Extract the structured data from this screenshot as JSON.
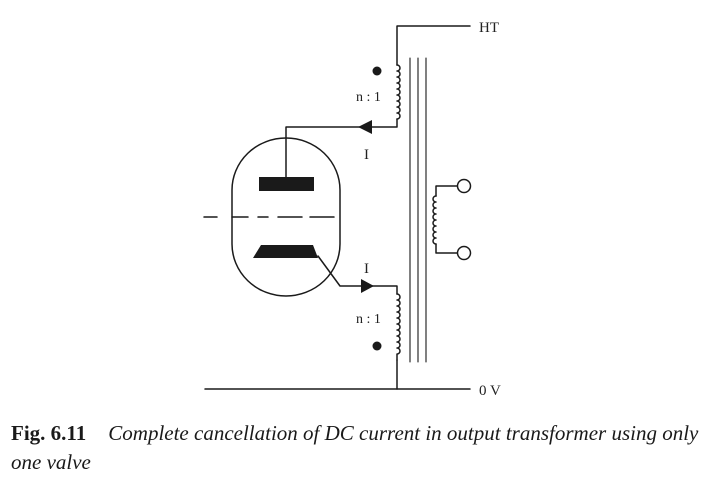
{
  "diagram": {
    "ht_label": "HT",
    "zero_v_label": "0 V",
    "upper_ratio_label": "n : 1",
    "lower_ratio_label": "n : 1",
    "upper_current_label": "I",
    "lower_current_label": "I",
    "line_color": "#1a1a1a"
  },
  "caption": {
    "figure_number": "Fig. 6.11",
    "text": "Complete cancellation of DC current in output transformer using only one valve"
  }
}
